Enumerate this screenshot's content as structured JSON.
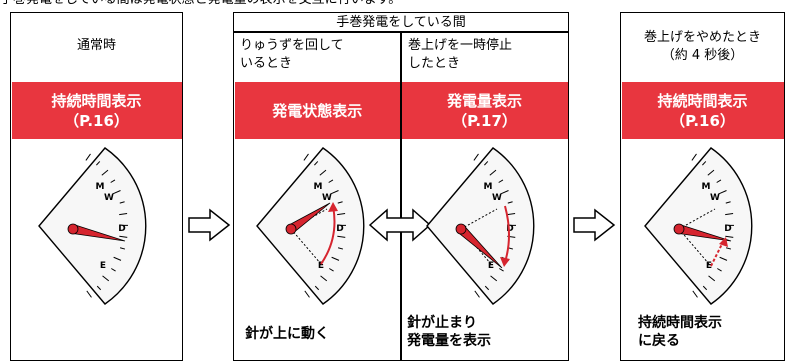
{
  "intro_text": "手巻発電をしている間は発電状態と発電量の表示を交互に行います。",
  "panels": {
    "normal": {
      "header": "通常時",
      "bar_title": "持続時間表示",
      "bar_ref": "（P.16）"
    },
    "winding": {
      "header": "手巻発電をしている間",
      "left": {
        "header_line1": "りゅうずを回して",
        "header_line2": "いるとき",
        "bar_title": "発電状態表示",
        "caption_line1": "針が上に動く"
      },
      "right": {
        "header_line1": "巻上げを一時停止",
        "header_line2": "したとき",
        "bar_title": "発電量表示",
        "bar_ref": "（P.17）",
        "caption_line1": "針が止まり",
        "caption_line2": "発電量を表示"
      }
    },
    "stopped": {
      "header_line1": "巻上げをやめたとき",
      "header_line2": "（約 4 秒後）",
      "bar_title": "持続時間表示",
      "bar_ref": "（P.16）",
      "caption_line1": "持続時間表示",
      "caption_line2": "に戻る"
    }
  },
  "gauge_labels": {
    "m": "M",
    "w": "W",
    "d": "D",
    "e": "E"
  },
  "colors": {
    "accent_red": "#e8363f",
    "needle_red": "#d6252f",
    "gauge_fill": "#f7f7f7"
  }
}
